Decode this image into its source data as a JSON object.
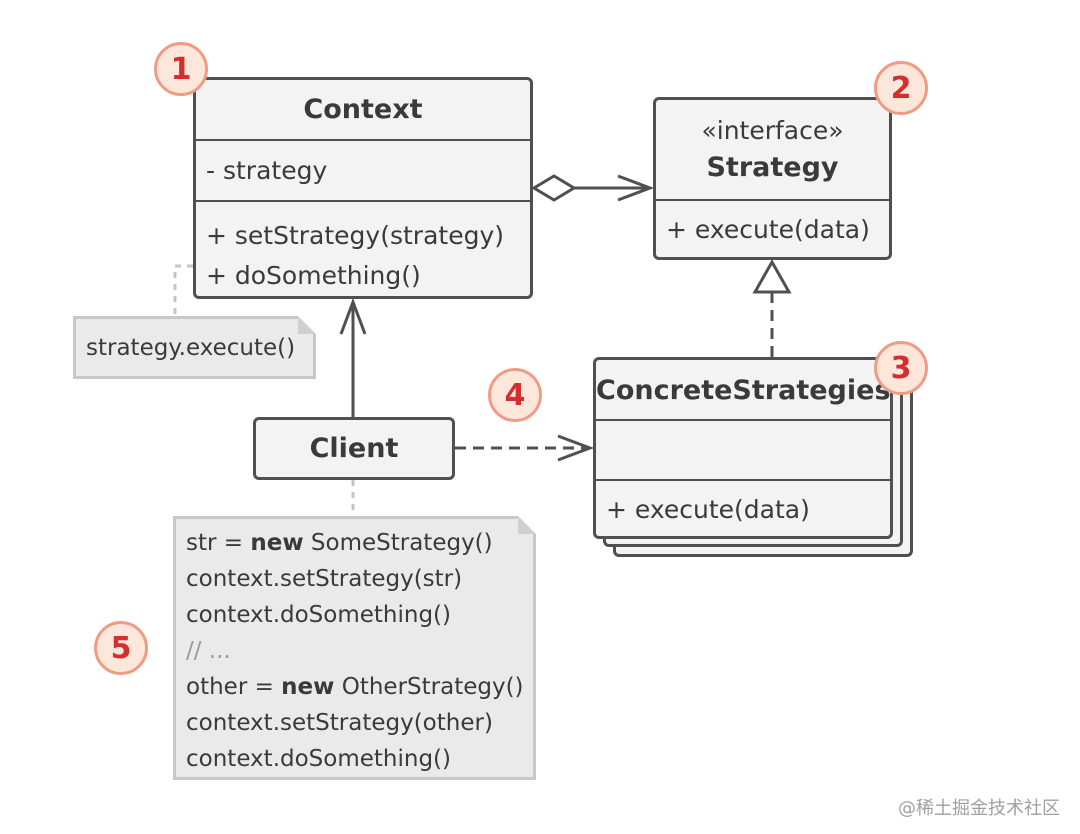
{
  "context": {
    "title": "Context",
    "field": "- strategy",
    "methods": [
      "+ setStrategy(strategy)",
      "+ doSomething()"
    ]
  },
  "strategy": {
    "stereotype": "«interface»",
    "title": "Strategy",
    "method": "+ execute(data)"
  },
  "concrete": {
    "title": "ConcreteStrategies",
    "method": "+ execute(data)"
  },
  "client": {
    "title": "Client"
  },
  "notes": {
    "context_note": "strategy.execute()",
    "client_note": [
      {
        "pre": "str = ",
        "kw": "new",
        "post": " SomeStrategy()"
      },
      {
        "pre": "context.setStrategy(str)"
      },
      {
        "pre": "context.doSomething()"
      },
      {
        "comment": "// ..."
      },
      {
        "pre": "other = ",
        "kw": "new",
        "post": " OtherStrategy()"
      },
      {
        "pre": "context.setStrategy(other)"
      },
      {
        "pre": "context.doSomething()"
      }
    ]
  },
  "badges": [
    "1",
    "2",
    "3",
    "4",
    "5"
  ],
  "watermark": "@稀土掘金技术社区",
  "colors": {
    "box_fill": "#f3f3f3",
    "box_border": "#505050",
    "note_fill": "#eaeaea",
    "badge_fill": "#fde6da",
    "badge_border": "#f09c84",
    "badge_text": "#d32f2f"
  }
}
